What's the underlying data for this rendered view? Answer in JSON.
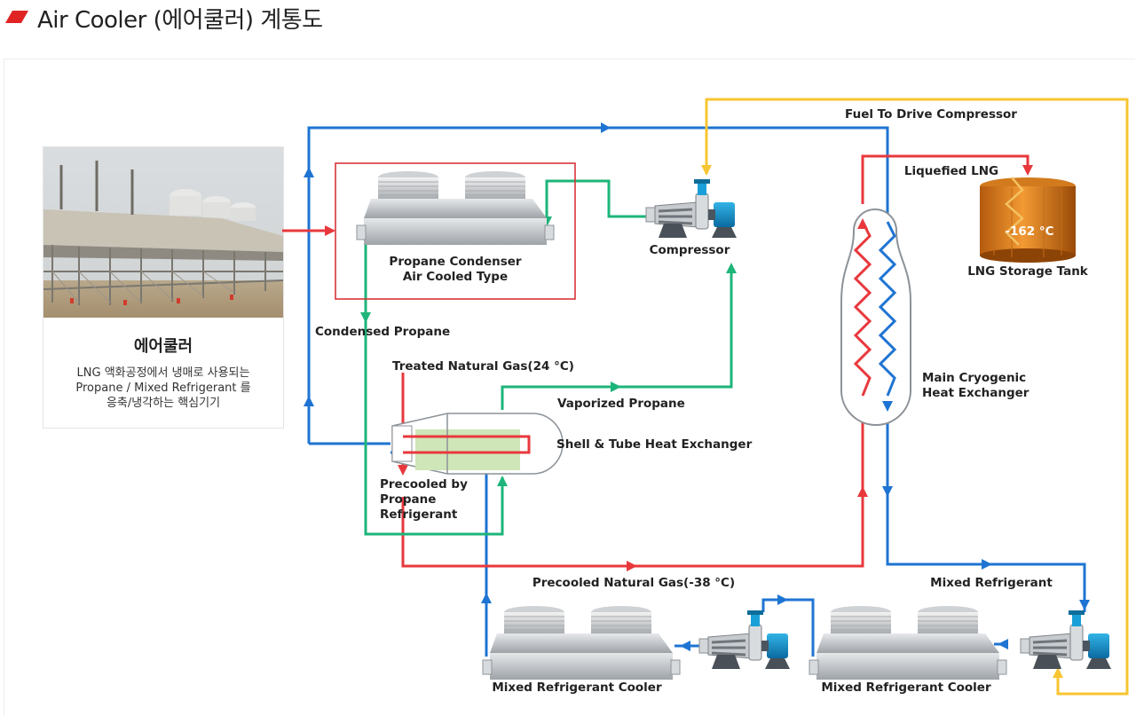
{
  "page_title": "Air Cooler (에어쿨러) 계통도",
  "card": {
    "title": "에어쿨러",
    "description": "LNG 액화공정에서 냉매로 사용되는\nPropane / Mixed Refrigerant 를\n응축/냉각하는 핵심기기"
  },
  "labels": {
    "propane_condenser": "Propane Condenser",
    "air_cooled_type": "Air Cooled Type",
    "compressor": "Compressor",
    "fuel_to_drive": "Fuel To Drive Compressor",
    "liquefied_lng": "Liquefied LNG",
    "lng_storage_tank": "LNG Storage Tank",
    "tank_temp": "-162 °C",
    "condensed_propane": "Condensed Propane",
    "treated_gas": "Treated Natural Gas(24 °C)",
    "vaporized_propane": "Vaporized Propane",
    "shell_tube": "Shell & Tube Heat Exchanger",
    "precooled_1": "Precooled by",
    "precooled_2": "Propane",
    "precooled_3": "Refrigerant",
    "main_cryo_1": "Main Cryogenic",
    "main_cryo_2": "Heat Exchanger",
    "precooled_gas": "Precooled Natural Gas(-38 °C)",
    "mixed_refrigerant": "Mixed Refrigerant",
    "mr_cooler_left": "Mixed Refrigerant Cooler",
    "mr_cooler_right": "Mixed Refrigerant Cooler"
  },
  "colors": {
    "red": "#e8383d",
    "blue": "#1e74d2",
    "green": "#1db57a",
    "yellow": "#f7c531",
    "accent": "#e02424"
  }
}
